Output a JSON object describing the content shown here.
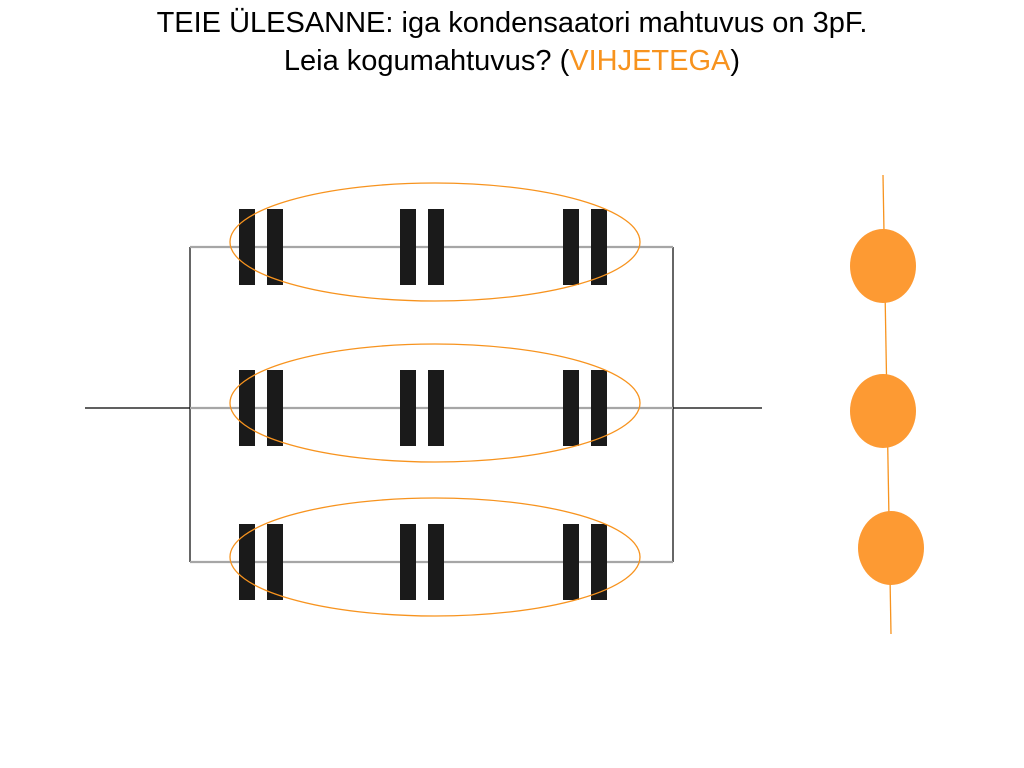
{
  "title": {
    "line1": "TEIE ÜLESANNE: iga kondensaatori mahtuvus on 3pF.",
    "line2_prefix": "Leia kogumahtuvus? (",
    "line2_hint": "VIHJETEGA",
    "line2_suffix": ")"
  },
  "colors": {
    "text": "#000000",
    "hint": "#f7931e",
    "capacitor_plate": "#1a1a1a",
    "branch_wire": "#a6a6a6",
    "main_wire": "#000000",
    "ellipse": "#f7931e",
    "hint_circle": "#fd9a33"
  },
  "circuit": {
    "topology": "3 parallel branches, each with 3 capacitors in series",
    "branches": 3,
    "capacitors_per_branch": 3,
    "series_groups_marked": 3
  },
  "hint_chain": {
    "circles": 3
  }
}
